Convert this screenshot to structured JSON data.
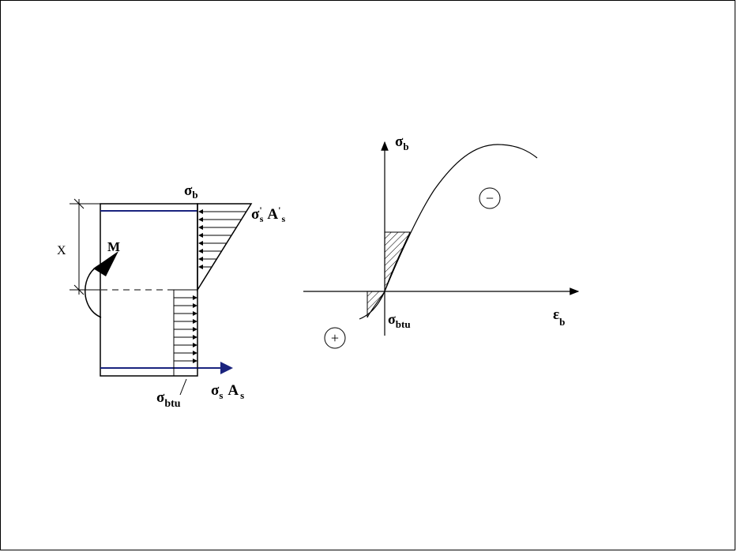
{
  "colors": {
    "ink": "#000000",
    "steel": "#1a237e",
    "background": "#ffffff"
  },
  "section_diagram": {
    "sigma_b": {
      "base": "σ",
      "sub": "b"
    },
    "compression_steel": {
      "base": "σ",
      "sup": "'",
      "sub": "s",
      "area": "A",
      "area_sup": "'",
      "area_sub": "s"
    },
    "depth": "X",
    "moment": "M",
    "sigma_btu": {
      "base": "σ",
      "sub": "btu"
    },
    "tension_steel": {
      "base": "σ",
      "sub": "s",
      "area": "A",
      "area_sub": "s"
    }
  },
  "stress_strain_diagram": {
    "y_axis": {
      "base": "σ",
      "sub": "b"
    },
    "x_axis": {
      "base": "ε",
      "sub": "b"
    },
    "sigma_btu": {
      "base": "σ",
      "sub": "btu"
    },
    "compression_sign": "−",
    "tension_sign": "+"
  }
}
